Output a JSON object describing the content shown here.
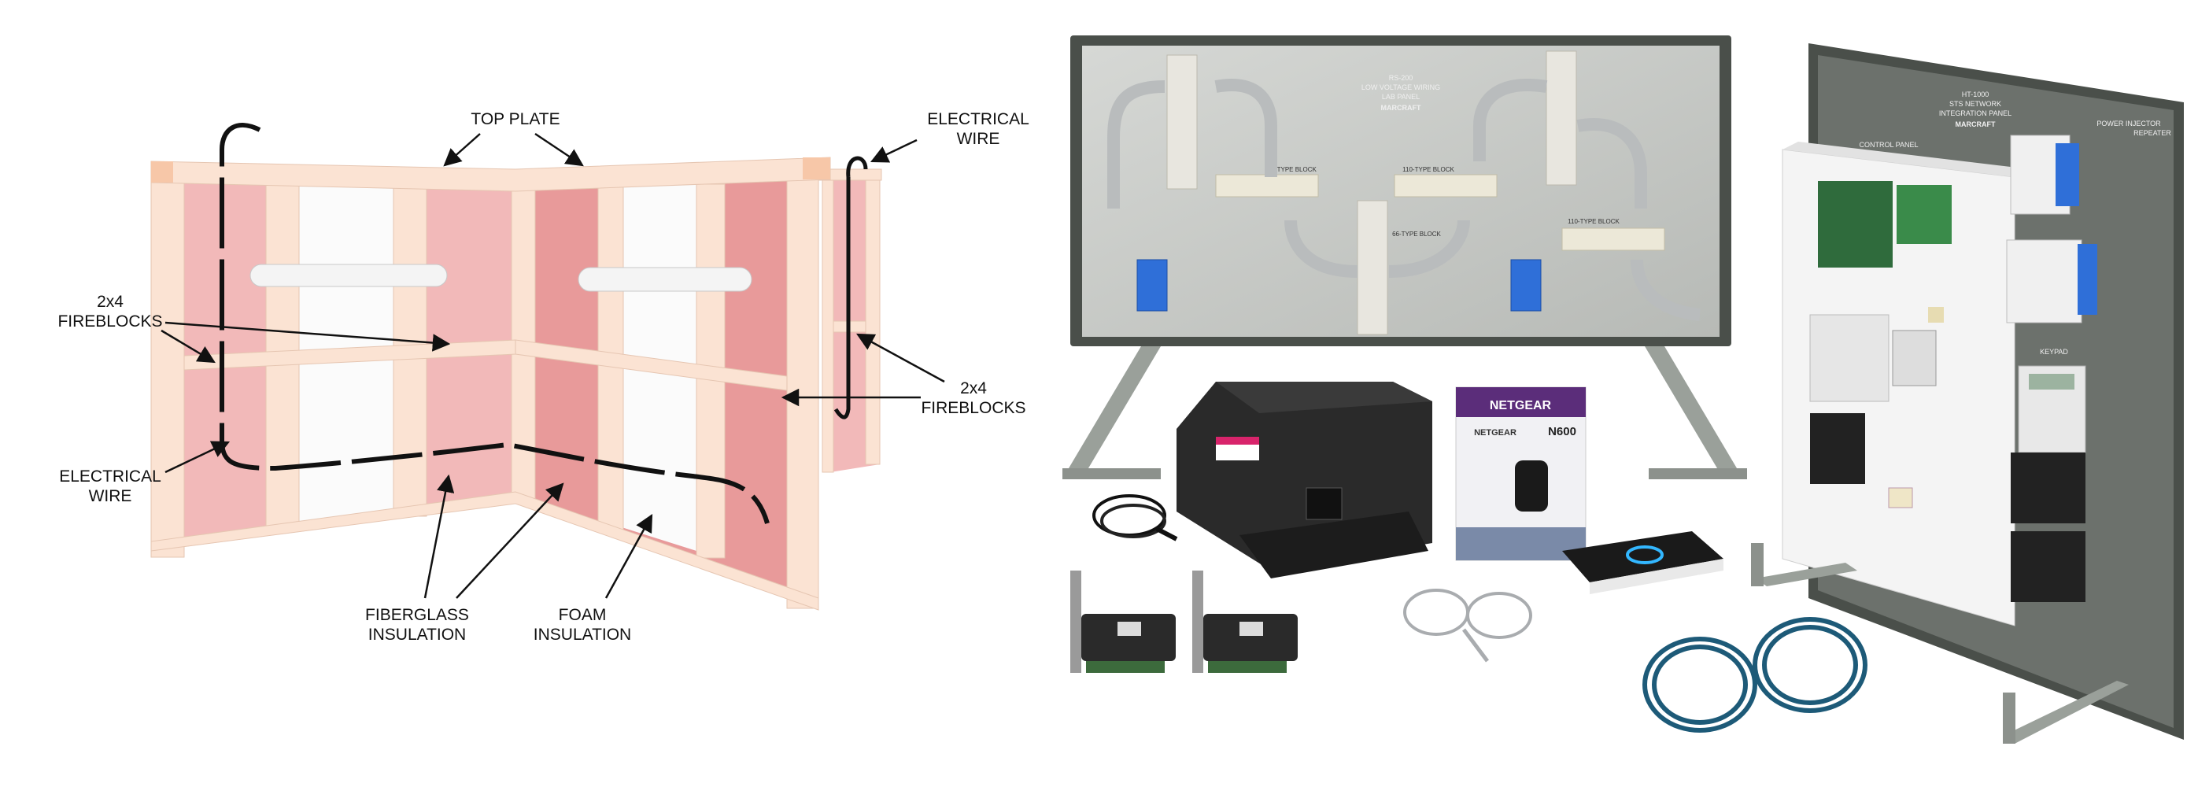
{
  "diagram": {
    "labels": {
      "top_plate": "TOP PLATE",
      "electrical_wire_right_1": "ELECTRICAL",
      "electrical_wire_right_2": "WIRE",
      "fireblocks_left_1": "2x4",
      "fireblocks_left_2": "FIREBLOCKS",
      "fireblocks_right_1": "2x4",
      "fireblocks_right_2": "FIREBLOCKS",
      "electrical_wire_left_1": "ELECTRICAL",
      "electrical_wire_left_2": "WIRE",
      "fiberglass_1": "FIBERGLASS",
      "fiberglass_2": "INSULATION",
      "foam_1": "FOAM",
      "foam_2": "INSULATION"
    }
  },
  "photo": {
    "lab_panel": {
      "title_1": "RS-200",
      "title_2": "LOW VOLTAGE WIRING",
      "title_3": "LAB PANEL",
      "brand": "MARCRAFT",
      "block_label_1": "110-TYPE BLOCK",
      "block_label_2": "110-TYPE BLOCK",
      "block_label_3": "110-TYPE BLOCK",
      "block_label_4": "66-TYPE BLOCK"
    },
    "integration_panel": {
      "title_1": "HT-1000",
      "title_2": "STS NETWORK",
      "title_3": "INTEGRATION PANEL",
      "brand": "MARCRAFT",
      "label_control": "CONTROL PANEL",
      "label_power": "POWER INJECTOR",
      "label_repeater": "REPEATER",
      "label_keypad": "KEYPAD"
    },
    "router_box": {
      "brand_top": "NETGEAR",
      "brand_side": "NETGEAR",
      "model": "N600"
    },
    "colors": {
      "panel_frame": "#4a4f4a",
      "panel_glass": "#c9ccc9",
      "junction_box": "#2f6fd8",
      "wall_insulation": "#f2b9b9",
      "wood_frame": "#fbe3d3",
      "cable_blue": "#1d5a78"
    }
  }
}
